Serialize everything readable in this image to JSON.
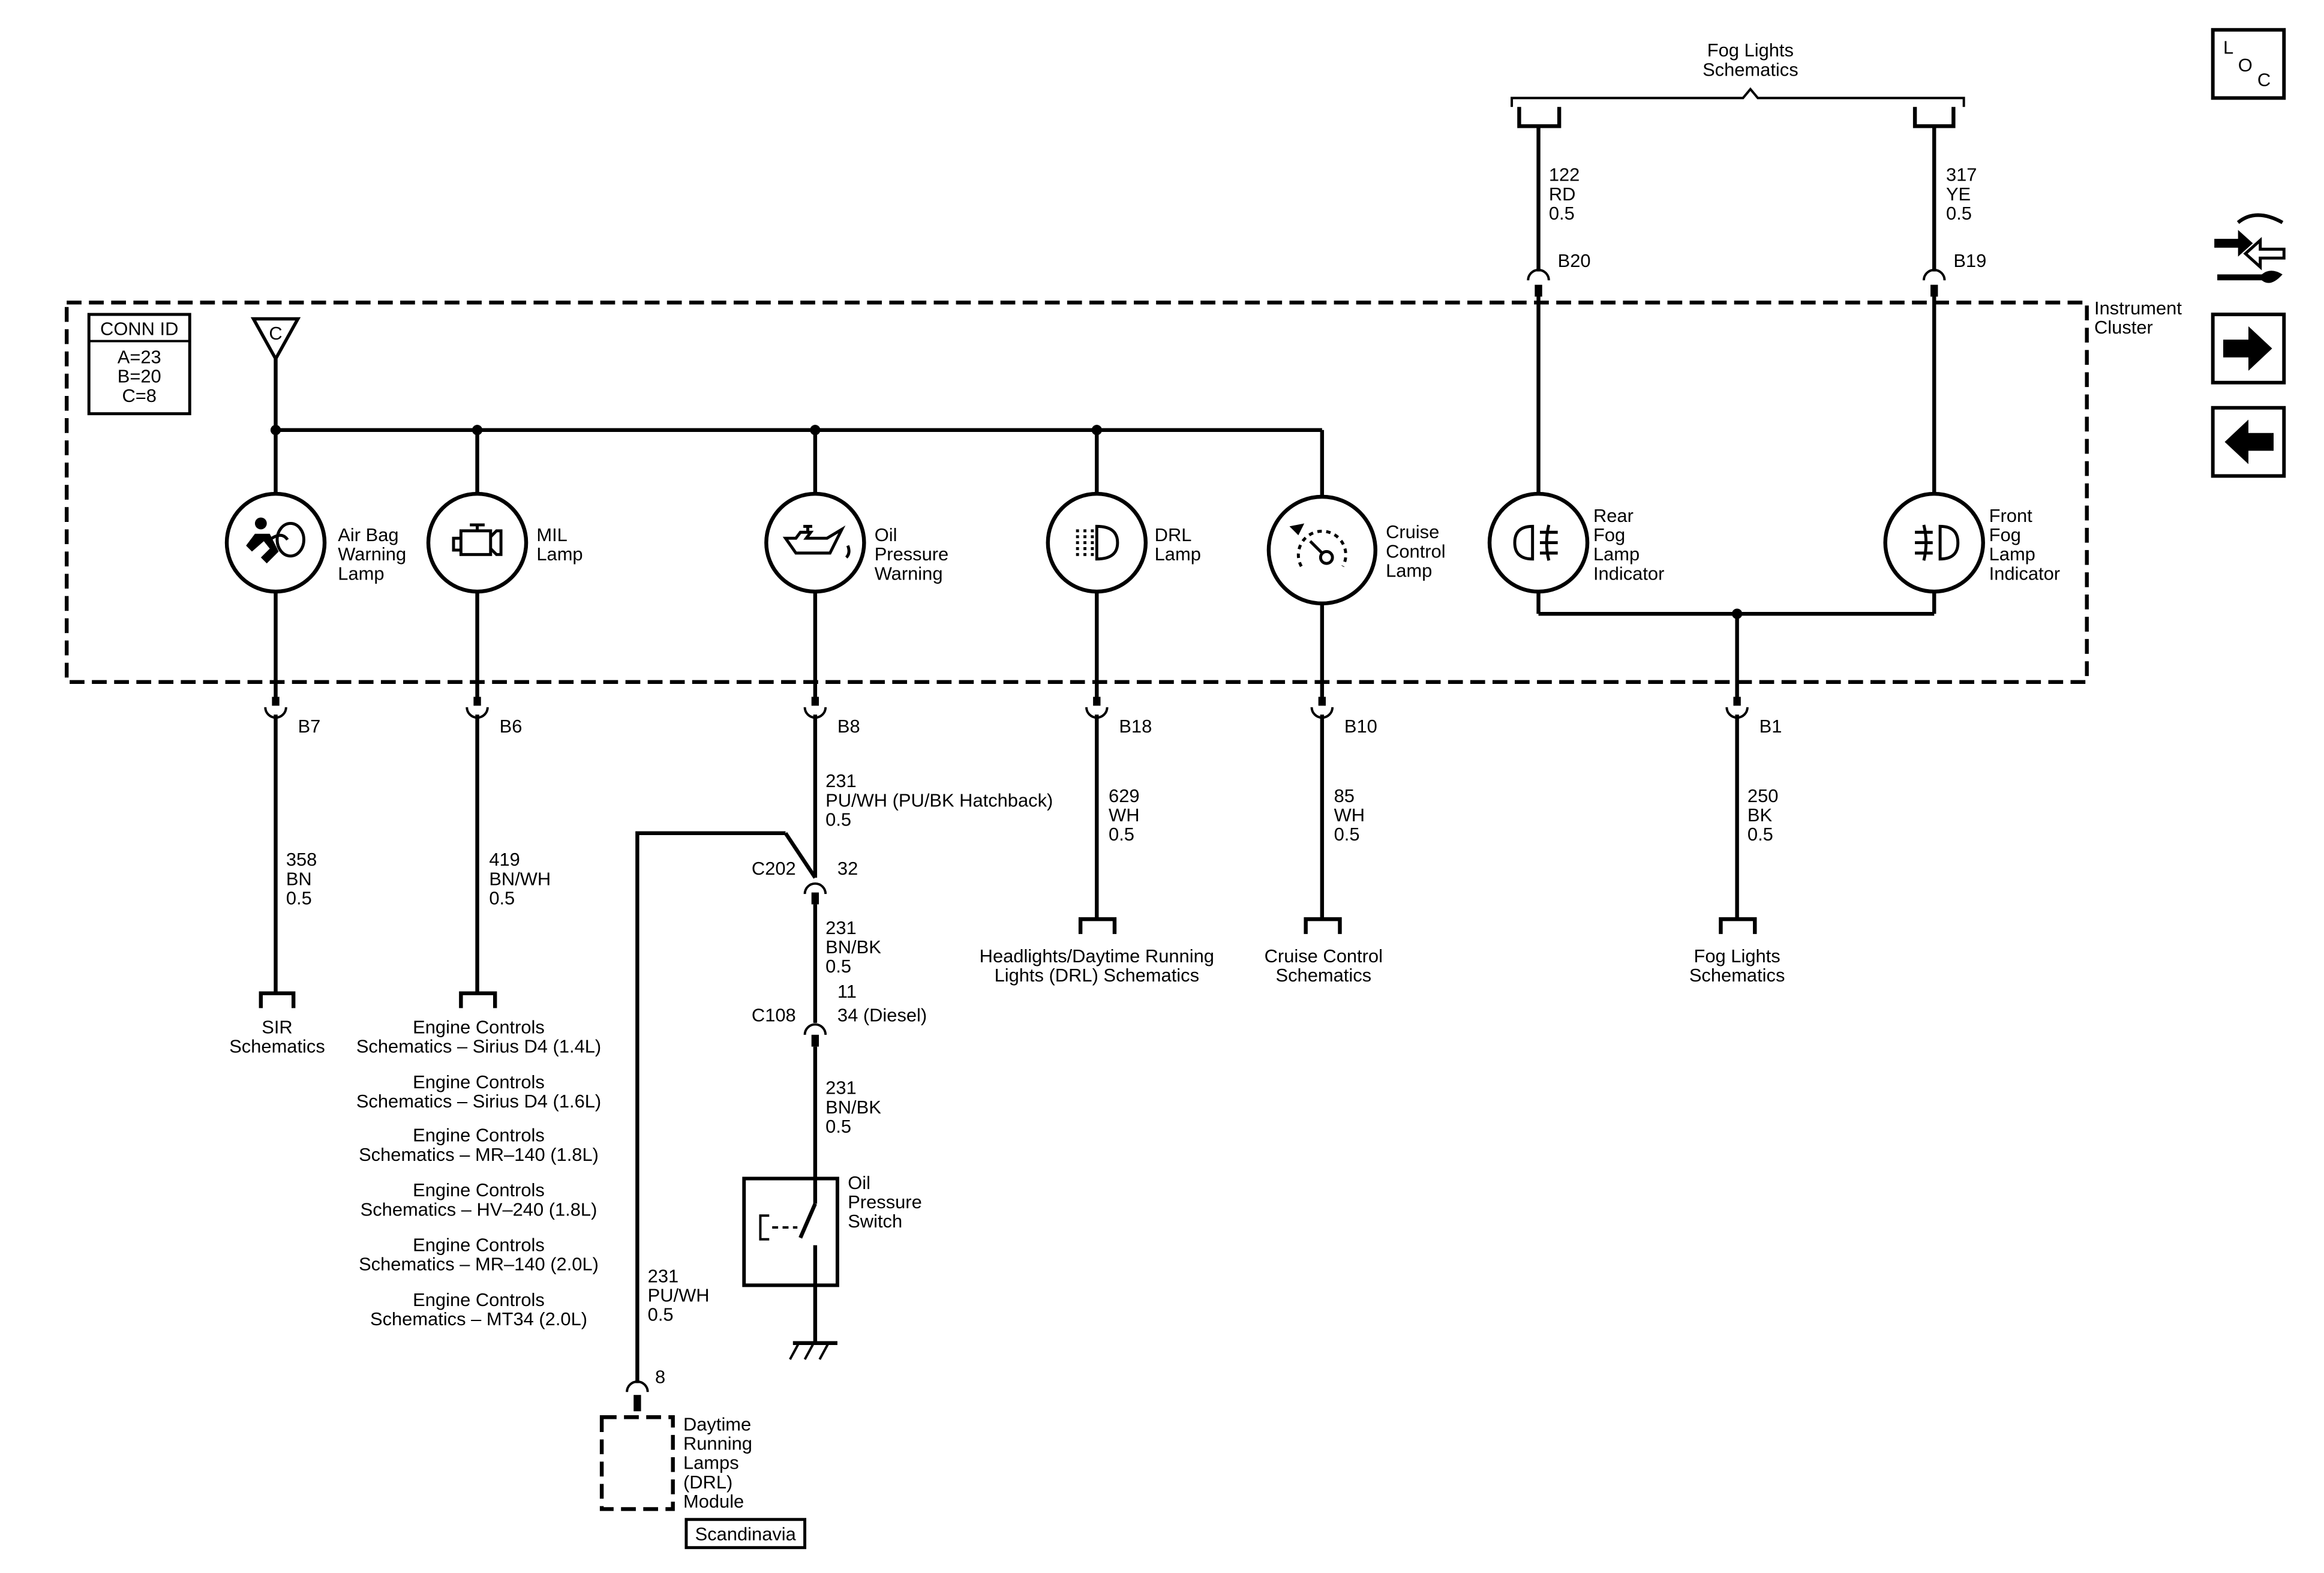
{
  "module": {
    "label_1": "Instrument",
    "label_2": "Cluster"
  },
  "conn_id": {
    "title": "CONN ID",
    "rows": [
      "A=23",
      "B=20",
      "C=8"
    ]
  },
  "ground_symbol_label": "C",
  "nav": {
    "loc_letters": [
      "L",
      "O",
      "C"
    ]
  },
  "top": {
    "title_1": "Fog Lights",
    "title_2": "Schematics"
  },
  "lamps": [
    {
      "id": "airbag",
      "icon": "airbag-icon",
      "label": [
        "Air Bag",
        "Warning",
        "Lamp"
      ]
    },
    {
      "id": "mil",
      "icon": "engine-icon",
      "label": [
        "MIL",
        "Lamp"
      ]
    },
    {
      "id": "oil",
      "icon": "oil-can-icon",
      "label": [
        "Oil",
        "Pressure",
        "Warning"
      ]
    },
    {
      "id": "drl",
      "icon": "drl-icon",
      "label": [
        "DRL",
        "Lamp"
      ]
    },
    {
      "id": "cruise",
      "icon": "speedometer-icon",
      "label": [
        "Cruise",
        "Control",
        "Lamp"
      ]
    },
    {
      "id": "rearfog",
      "icon": "rear-fog-icon",
      "label": [
        "Rear",
        "Fog",
        "Lamp",
        "Indicator"
      ]
    },
    {
      "id": "frontfog",
      "icon": "front-fog-icon",
      "label": [
        "Front",
        "Fog",
        "Lamp",
        "Indicator"
      ]
    }
  ],
  "pins": {
    "b7": "B7",
    "b6": "B6",
    "b8": "B8",
    "b18": "B18",
    "b10": "B10",
    "b1": "B1",
    "b20": "B20",
    "b19": "B19"
  },
  "wires": {
    "w358": [
      "358",
      "BN",
      "0.5"
    ],
    "w419": [
      "419",
      "BN/WH",
      "0.5"
    ],
    "w231a": [
      "231",
      "PU/WH (PU/BK Hatchback)",
      "0.5"
    ],
    "w629": [
      "629",
      "WH",
      "0.5"
    ],
    "w85": [
      "85",
      "WH",
      "0.5"
    ],
    "w250": [
      "250",
      "BK",
      "0.5"
    ],
    "w122": [
      "122",
      "RD",
      "0.5"
    ],
    "w317": [
      "317",
      "YE",
      "0.5"
    ],
    "w231b": [
      "231",
      "BN/BK",
      "0.5"
    ],
    "w231c": [
      "231",
      "BN/BK",
      "0.5"
    ],
    "w231d": [
      "231",
      "PU/WH",
      "0.5"
    ]
  },
  "connectors": {
    "c202": {
      "name": "C202",
      "pin": "32"
    },
    "c108": {
      "name": "C108",
      "pin_1": "11",
      "pin_2": "34 (Diesel)"
    },
    "drl_pin": "8"
  },
  "switch": {
    "label": [
      "Oil",
      "Pressure",
      "Switch"
    ]
  },
  "drl_module": {
    "label": [
      "Daytime",
      "Running",
      "Lamps",
      "(DRL)",
      "Module"
    ],
    "badge": "Scandinavia"
  },
  "references": {
    "sir": [
      "SIR",
      "Schematics"
    ],
    "engine": [
      [
        "Engine Controls",
        "Schematics – Sirius D4 (1.4L)"
      ],
      [
        "Engine Controls",
        "Schematics – Sirius D4 (1.6L)"
      ],
      [
        "Engine Controls",
        "Schematics – MR–140 (1.8L)"
      ],
      [
        "Engine Controls",
        "Schematics – HV–240 (1.8L)"
      ],
      [
        "Engine Controls",
        "Schematics – MR–140 (2.0L)"
      ],
      [
        "Engine Controls",
        "Schematics – MT34 (2.0L)"
      ]
    ],
    "headlights": [
      "Headlights/Daytime Running",
      "Lights (DRL) Schematics"
    ],
    "cruise": [
      "Cruise Control",
      "Schematics"
    ],
    "fog": [
      "Fog Lights",
      "Schematics"
    ]
  }
}
